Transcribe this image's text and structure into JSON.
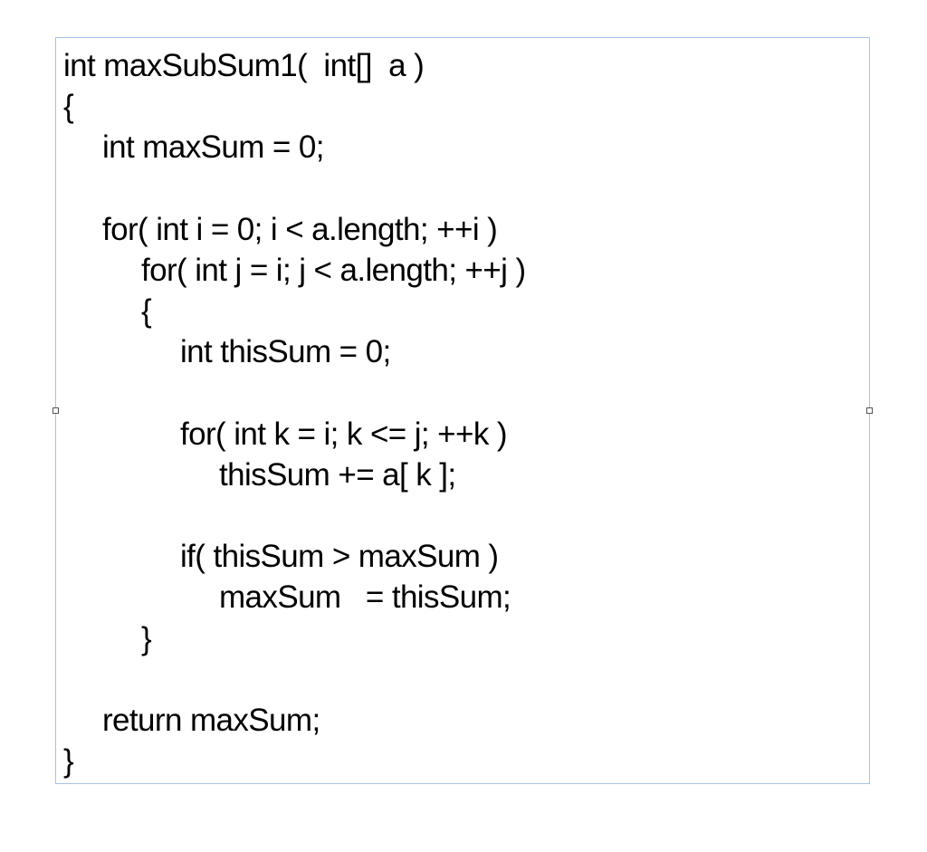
{
  "textbox": {
    "border_color": "#a9c1ec",
    "selected": true,
    "code_lines": [
      {
        "indent": 0,
        "text": "int maxSubSum1(  int[]  a )"
      },
      {
        "indent": 0,
        "text": "{"
      },
      {
        "indent": 1,
        "text": "int maxSum = 0;"
      },
      {
        "indent": 0,
        "text": ""
      },
      {
        "indent": 1,
        "text": "for( int i = 0; i < a.length; ++i )"
      },
      {
        "indent": 2,
        "text": "for( int j = i; j < a.length; ++j )"
      },
      {
        "indent": 2,
        "text": "{"
      },
      {
        "indent": 3,
        "text": "int thisSum = 0;"
      },
      {
        "indent": 0,
        "text": ""
      },
      {
        "indent": 3,
        "text": "for( int k = i; k <= j; ++k )"
      },
      {
        "indent": 4,
        "text": "thisSum += a[ k ];"
      },
      {
        "indent": 0,
        "text": ""
      },
      {
        "indent": 3,
        "text": "if( thisSum > maxSum )"
      },
      {
        "indent": 4,
        "text": "maxSum   = thisSum;"
      },
      {
        "indent": 2,
        "text": "}"
      },
      {
        "indent": 0,
        "text": ""
      },
      {
        "indent": 1,
        "text": "return maxSum;"
      },
      {
        "indent": 0,
        "text": "}"
      }
    ]
  }
}
